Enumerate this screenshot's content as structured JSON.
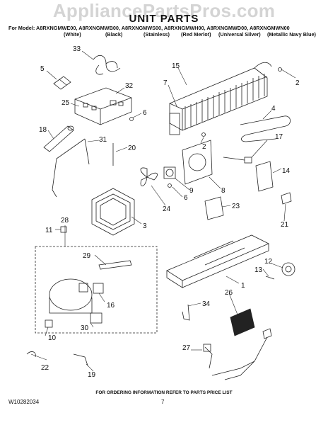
{
  "watermark": "AppliancePartsPros.com",
  "title": "UNIT PARTS",
  "models_line": "For Model: A8RXNGMWE00, A8RXNGMWB00, A8RXNGMWS00, A8RXNGMWH00, A8RXNGMWD00, A8RXNGMWN00",
  "colors": [
    "(White)",
    "(Black)",
    "(Stainless)",
    "(Red Merlot)",
    "(Universal Silver)",
    "(Metallic Navy Blue)"
  ],
  "callouts": [
    "33",
    "5",
    "32",
    "25",
    "6",
    "15",
    "7",
    "2",
    "4",
    "2",
    "18",
    "31",
    "20",
    "17",
    "14",
    "8",
    "9",
    "6",
    "23",
    "24",
    "3",
    "11",
    "28",
    "21",
    "29",
    "12",
    "13",
    "1",
    "16",
    "34",
    "26",
    "30",
    "10",
    "27",
    "22",
    "19"
  ],
  "footer_info": "FOR ORDERING INFORMATION REFER TO PARTS PRICE LIST",
  "doc_number": "W10282034",
  "page_number": "7"
}
